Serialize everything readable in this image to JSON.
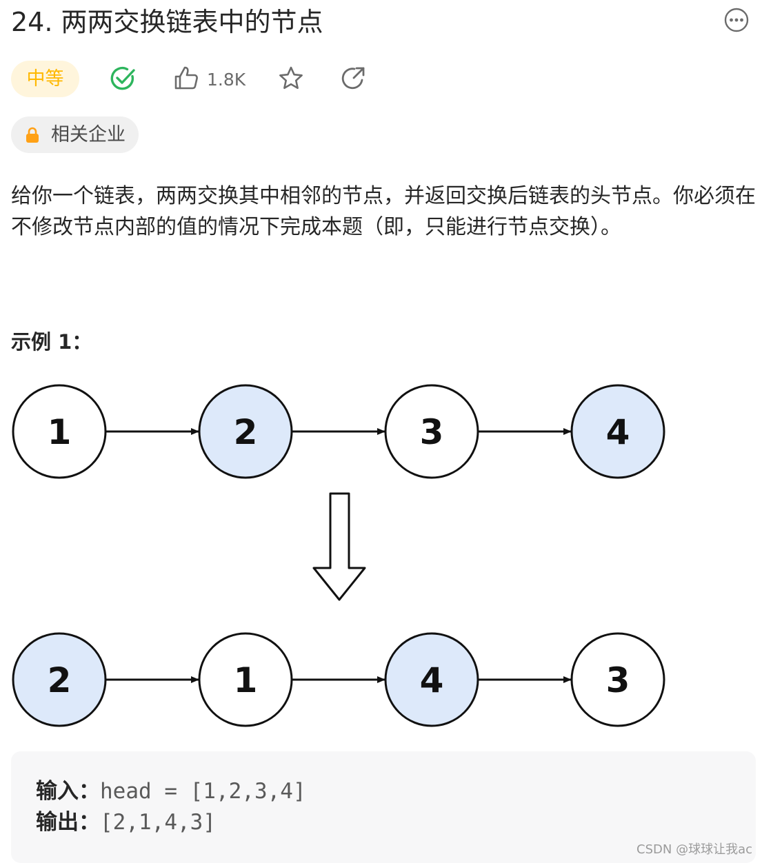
{
  "problem": {
    "title": "24. 两两交换链表中的节点",
    "difficulty": "中等",
    "likes": "1.8K",
    "company_tag": "相关企业",
    "description": "给你一个链表，两两交换其中相邻的节点，并返回交换后链表的头节点。你必须在不修改节点内部的值的情况下完成本题（即，只能进行节点交换）。"
  },
  "example": {
    "title": "示例 1：",
    "input_label": "输入：",
    "input_value": "head = [1,2,3,4]",
    "output_label": "输出：",
    "output_value": "[2,1,4,3]",
    "diagram": {
      "before": [
        "1",
        "2",
        "3",
        "4"
      ],
      "after": [
        "2",
        "1",
        "4",
        "3"
      ],
      "highlight_color": "#dde9fa",
      "plain_color": "#ffffff"
    }
  },
  "colors": {
    "difficulty_text": "#ffb800",
    "difficulty_bg": "#fff5dc",
    "solved_check": "#2db55d",
    "lock": "#ffa116"
  },
  "icons": [
    "more-icon",
    "solved-check-icon",
    "thumbs-up-icon",
    "star-icon",
    "share-icon",
    "lock-icon",
    "down-arrow-icon"
  ],
  "watermark": "CSDN @球球让我ac"
}
